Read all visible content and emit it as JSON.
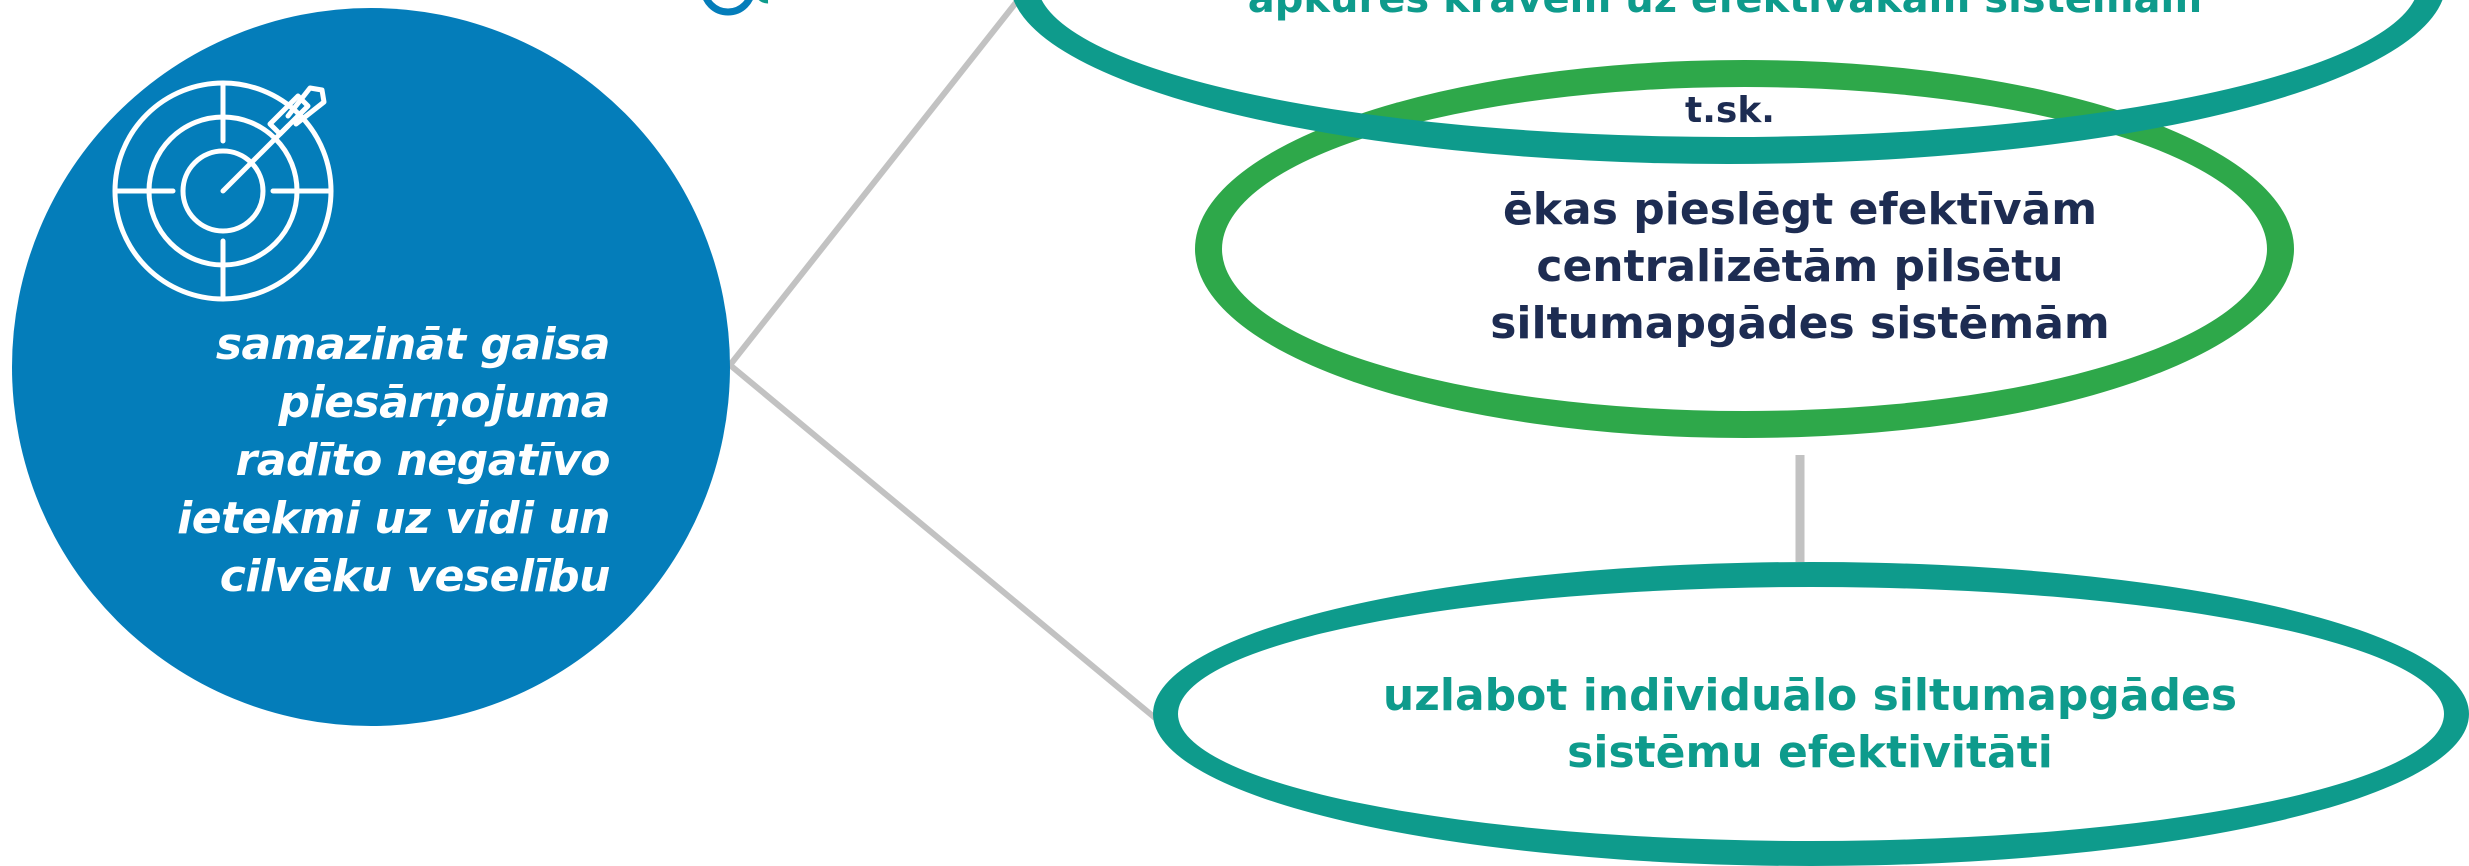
{
  "goal": {
    "text_lines": [
      "samazināt gaisa",
      "piesārņojuma",
      "radīto negatīvo",
      "ietekmi uz vidi un",
      "cilvēku veselību"
    ],
    "icon": "target-with-arrow-icon",
    "color": "#047dba"
  },
  "nodes": {
    "top": {
      "text": "apkures kravēm uz efektīvākām sistēmām",
      "ring_color": "#0e9b8c"
    },
    "connector_label": "t.sk.",
    "middle": {
      "text_lines": [
        "ēkas pieslēgt efektīvām",
        "centralizētām pilsētu",
        "siltumapgādes sistēmām"
      ],
      "ring_color": "#2ea84a"
    },
    "bottom": {
      "text_lines": [
        "uzlabot individuālo siltumapgādes",
        "sistēmu efektivitāti"
      ],
      "ring_color": "#0e9b8c"
    }
  },
  "colors": {
    "connector_gray": "#c2c2c2",
    "dark_text": "#1d2c52"
  }
}
